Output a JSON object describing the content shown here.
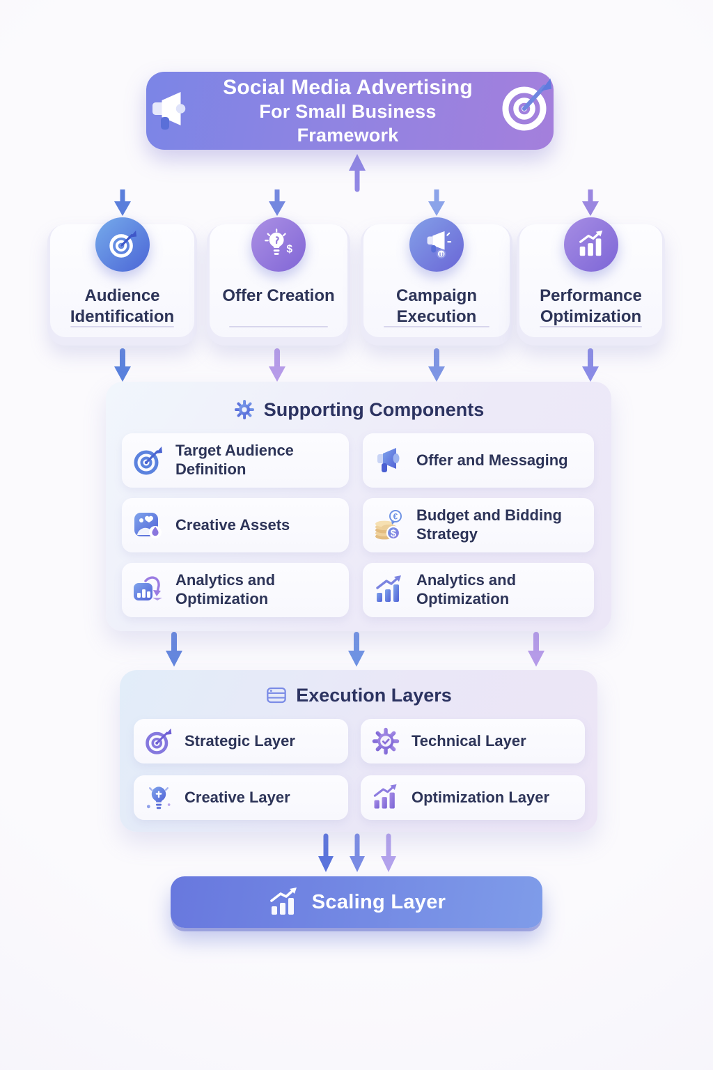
{
  "header": {
    "title_line1": "Social Media Advertising",
    "title_line2": "For Small Business Framework",
    "left_icon": "megaphone-icon",
    "right_icon": "target-dart-icon"
  },
  "pillars": [
    {
      "label": "Audience Identification",
      "icon": "target-dart-icon"
    },
    {
      "label": "Offer Creation",
      "icon": "lightbulb-dollar-icon"
    },
    {
      "label": "Campaign Execution",
      "icon": "megaphone-icon"
    },
    {
      "label": "Performance Optimization",
      "icon": "growth-chart-icon"
    }
  ],
  "supporting": {
    "title": "Supporting Components",
    "icon": "gear-icon",
    "items": [
      {
        "label": "Target Audience Definition",
        "icon": "target-dart-icon"
      },
      {
        "label": "Offer and Messaging",
        "icon": "megaphone-icon"
      },
      {
        "label": "Creative Assets",
        "icon": "image-asset-icon"
      },
      {
        "label": "Budget and Bidding Strategy",
        "icon": "coins-currency-icon"
      },
      {
        "label": "Analytics and Optimization",
        "icon": "chart-curve-arrow-icon"
      },
      {
        "label": "Analytics and Optimization",
        "icon": "growth-chart-icon"
      }
    ]
  },
  "execution": {
    "title": "Execution Layers",
    "icon": "layers-stack-icon",
    "items": [
      {
        "label": "Strategic Layer",
        "icon": "target-dart-icon"
      },
      {
        "label": "Technical Layer",
        "icon": "gear-check-icon"
      },
      {
        "label": "Creative Layer",
        "icon": "lightbulb-icon"
      },
      {
        "label": "Optimization Layer",
        "icon": "growth-chart-icon"
      }
    ]
  },
  "scaling": {
    "label": "Scaling Layer",
    "icon": "growth-chart-icon"
  },
  "colors": {
    "header_gradient_start": "#7b85e6",
    "header_gradient_end": "#a47fdc",
    "scaling_gradient_start": "#6878de",
    "scaling_gradient_end": "#7f9ce9",
    "accent_blue": "#5b7fdd",
    "accent_purple": "#9b7fde",
    "text_dark": "#2d3458",
    "panel_light_blue": "#e2edf9",
    "panel_light_purple": "#ece7f7"
  }
}
